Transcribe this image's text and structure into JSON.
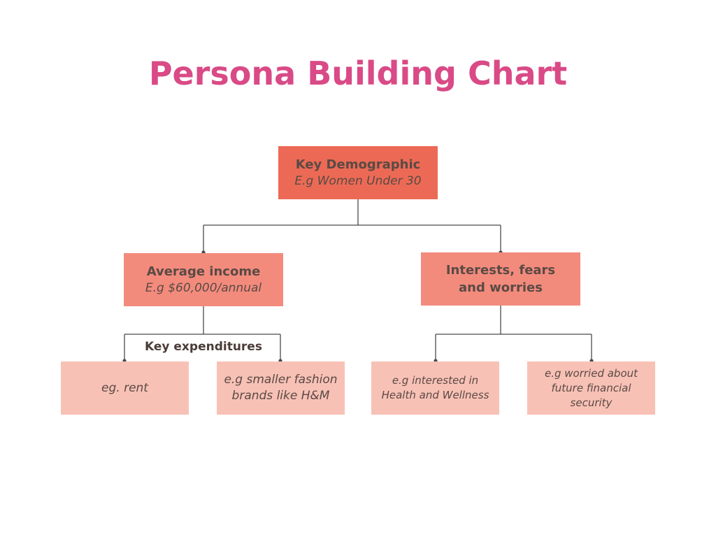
{
  "title": "Persona Building Chart",
  "colors": {
    "title": "#d94a86",
    "root_box": "#ec6a55",
    "level2_box": "#f38b7d",
    "leaf_box": "#f8c1b6",
    "connector": "#4a4a4a"
  },
  "root": {
    "main": "Key Demographic",
    "sub": "E.g Women Under 30"
  },
  "left_branch": {
    "main": "Average income",
    "sub": "E.g $60,000/annual",
    "label": "Key expenditures",
    "leaves": [
      "eg. rent",
      "e.g smaller fashion brands like H&M"
    ]
  },
  "right_branch": {
    "main": "Interests, fears and worries",
    "leaves": [
      "e.g interested in Health and Wellness",
      "e.g worried about future financial security"
    ]
  }
}
